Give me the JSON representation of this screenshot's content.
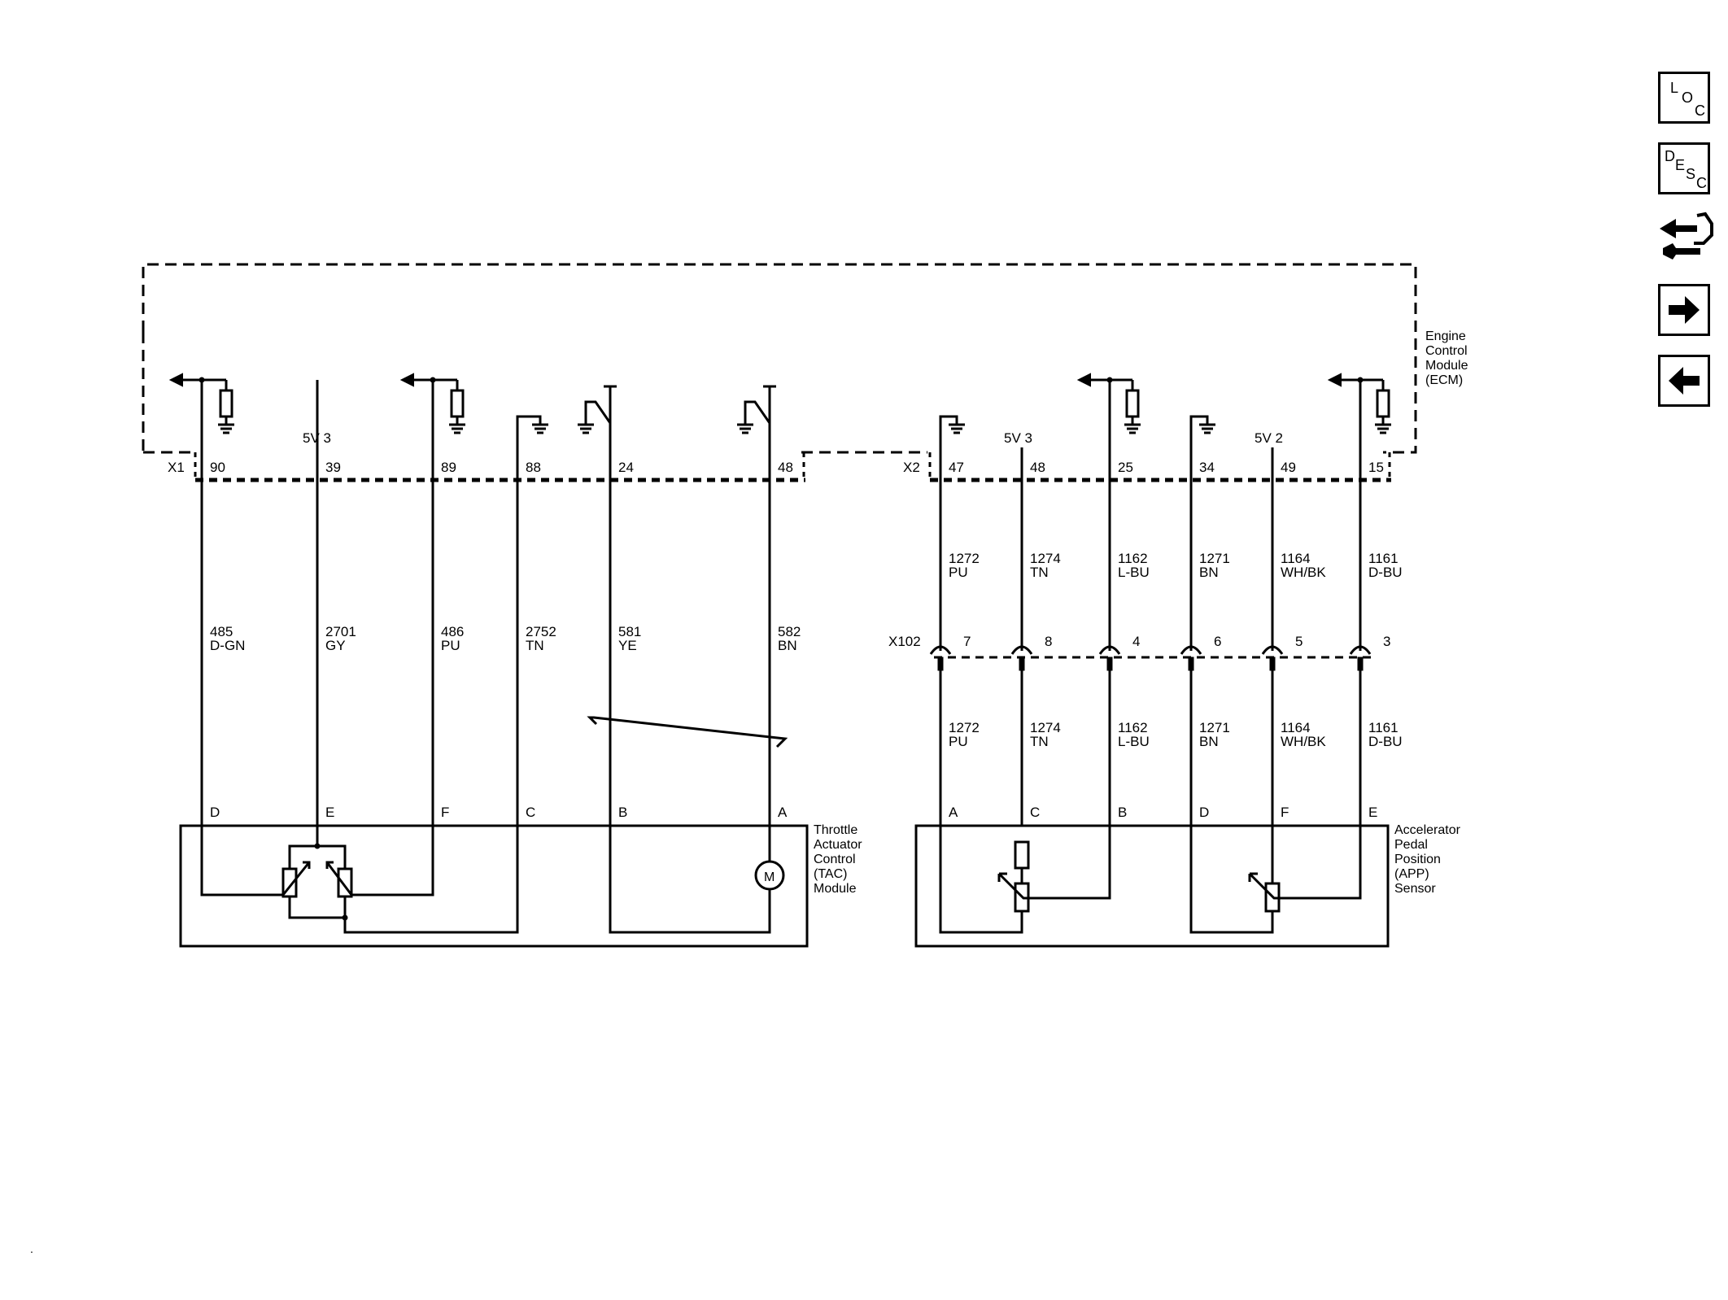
{
  "diagram": {
    "ecm_label": [
      "Engine",
      "Control",
      "Module",
      "(ECM)"
    ],
    "tac_label": [
      "Throttle",
      "Actuator",
      "Control",
      "(TAC)",
      "Module"
    ],
    "app_label": [
      "Accelerator",
      "Pedal",
      "Position",
      "(APP)",
      "Sensor"
    ],
    "connectors": {
      "x1": "X1",
      "x2": "X2",
      "x102": "X102"
    },
    "ref_labels": {
      "left": "5V 3",
      "mid": "5V 3",
      "right": "5V 2"
    },
    "motor_symbol": "M",
    "left_circuits": [
      {
        "pin": "90",
        "circuit": "485",
        "color": "D-GN",
        "component_pin": "D"
      },
      {
        "pin": "39",
        "circuit": "2701",
        "color": "GY",
        "component_pin": "E"
      },
      {
        "pin": "89",
        "circuit": "486",
        "color": "PU",
        "component_pin": "F"
      },
      {
        "pin": "88",
        "circuit": "2752",
        "color": "TN",
        "component_pin": "C"
      },
      {
        "pin": "24",
        "circuit": "581",
        "color": "YE",
        "component_pin": "B"
      },
      {
        "pin": "48",
        "circuit": "582",
        "color": "BN",
        "component_pin": "A"
      }
    ],
    "right_circuits": [
      {
        "pin": "47",
        "circuit": "1272",
        "color": "PU",
        "x102_pin": "7",
        "component_pin": "A"
      },
      {
        "pin": "48",
        "circuit": "1274",
        "color": "TN",
        "x102_pin": "8",
        "component_pin": "C"
      },
      {
        "pin": "25",
        "circuit": "1162",
        "color": "L-BU",
        "x102_pin": "4",
        "component_pin": "B"
      },
      {
        "pin": "34",
        "circuit": "1271",
        "color": "BN",
        "x102_pin": "6",
        "component_pin": "D"
      },
      {
        "pin": "49",
        "circuit": "1164",
        "color": "WH/BK",
        "x102_pin": "5",
        "component_pin": "F"
      },
      {
        "pin": "15",
        "circuit": "1161",
        "color": "D-BU",
        "x102_pin": "3",
        "component_pin": "E"
      }
    ]
  },
  "nav": {
    "loc": {
      "l": "L",
      "o": "O",
      "c": "C"
    },
    "desc": {
      "d": "D",
      "e": "E",
      "s": "S",
      "c": "C"
    },
    "icons": [
      "connector-tool-icon",
      "arrow-right-icon",
      "arrow-left-icon"
    ]
  }
}
